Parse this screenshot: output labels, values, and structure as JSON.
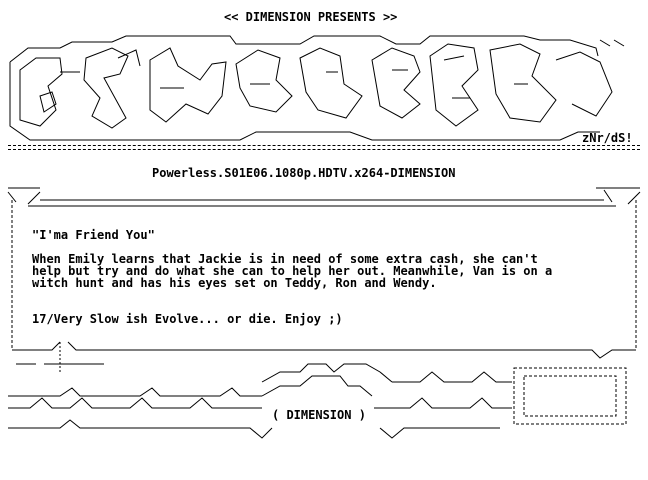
{
  "header": {
    "presents": "<< DIMENSION PRESENTS >>",
    "art_tag": "zNr/dS!"
  },
  "release": {
    "name": "Powerless.S01E06.1080p.HDTV.x264-DIMENSION"
  },
  "episode": {
    "title": "\"I'ma Friend You\"",
    "plot_lines": [
      "When Emily learns that Jackie is in need of some extra cash, she can't",
      "help but try and do what she can to help her out. Meanwhile, Van is on a",
      "witch hunt and has his eyes set on Teddy, Ron and Wendy."
    ],
    "notes": "17/Very Slow ish Evolve... or die. Enjoy ;)"
  },
  "footer": {
    "group_label": "( DIMENSION )"
  }
}
